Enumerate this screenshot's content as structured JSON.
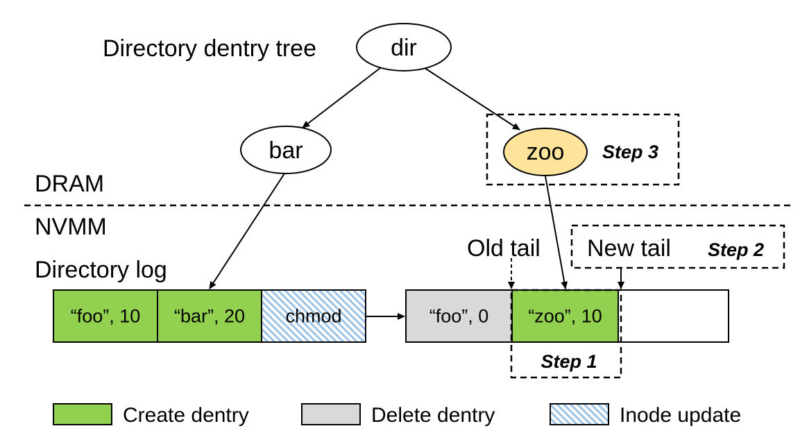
{
  "labels": {
    "tree_title": "Directory dentry tree",
    "dram": "DRAM",
    "nvmm": "NVMM",
    "log_title": "Directory log",
    "old_tail": "Old tail",
    "new_tail": "New tail"
  },
  "nodes": {
    "dir": "dir",
    "bar": "bar",
    "zoo": "zoo"
  },
  "steps": {
    "step1": "Step 1",
    "step2": "Step 2",
    "step3": "Step 3"
  },
  "log_page1": [
    {
      "text": "“foo”, 10",
      "kind": "create"
    },
    {
      "text": "“bar”, 20",
      "kind": "create"
    },
    {
      "text": "chmod",
      "kind": "inode"
    }
  ],
  "log_page2": [
    {
      "text": "“foo”, 0",
      "kind": "delete"
    },
    {
      "text": "“zoo”, 10",
      "kind": "create"
    },
    {
      "text": "",
      "kind": "empty"
    }
  ],
  "legend": [
    {
      "label": "Create dentry",
      "kind": "create"
    },
    {
      "label": "Delete dentry",
      "kind": "delete"
    },
    {
      "label": "Inode update",
      "kind": "inode"
    }
  ],
  "colors": {
    "create": "#92d050",
    "delete": "#d9d9d9",
    "inode_stripe": "#9dc3e6",
    "zoo_fill": "#fde49a"
  }
}
